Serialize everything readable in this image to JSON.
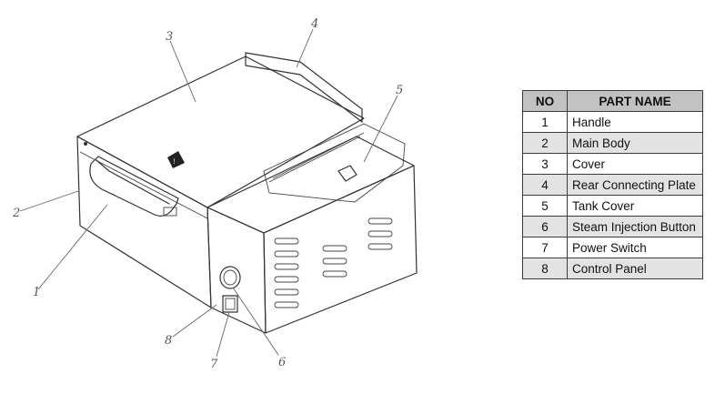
{
  "callouts": [
    "1",
    "2",
    "3",
    "4",
    "5",
    "6",
    "7",
    "8"
  ],
  "table": {
    "headers": {
      "no": "NO",
      "name": "PART NAME"
    },
    "rows": [
      {
        "no": "1",
        "name": "Handle"
      },
      {
        "no": "2",
        "name": "Main Body"
      },
      {
        "no": "3",
        "name": "Cover"
      },
      {
        "no": "4",
        "name": "Rear Connecting Plate"
      },
      {
        "no": "5",
        "name": "Tank Cover"
      },
      {
        "no": "6",
        "name": "Steam Injection Button"
      },
      {
        "no": "7",
        "name": "Power Switch"
      },
      {
        "no": "8",
        "name": "Control Panel"
      }
    ]
  }
}
